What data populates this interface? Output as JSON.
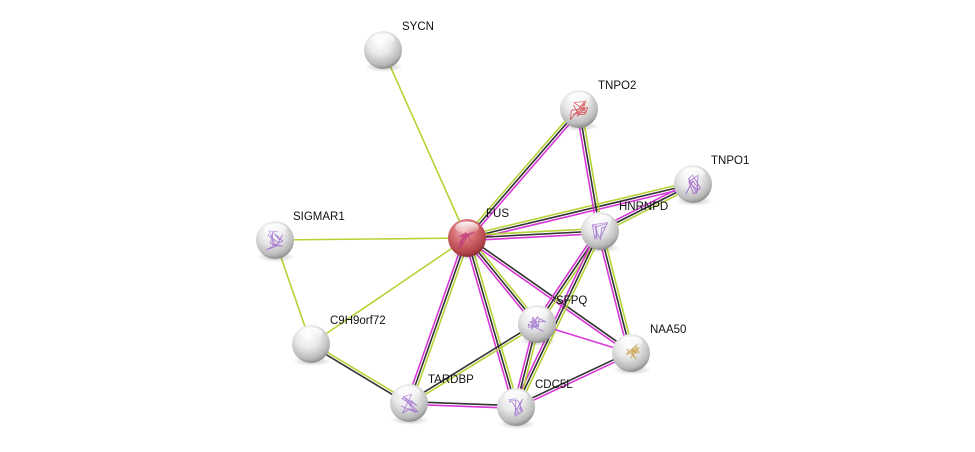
{
  "diagram": {
    "type": "protein-interaction-network",
    "edge_colors": {
      "textmining": "#b5d334",
      "coexpression": "#333333",
      "experiments": "#d838d8"
    },
    "nodes": [
      {
        "id": "FUS",
        "label": "FUS",
        "query": true,
        "color": "#c8545a",
        "structure": "#c13a7a"
      },
      {
        "id": "SYCN",
        "label": "SYCN",
        "query": false,
        "color": "#d8d8d8",
        "structure": null
      },
      {
        "id": "TNPO2",
        "label": "TNPO2",
        "query": false,
        "color": "#e0e0e0",
        "structure": "#d2484f"
      },
      {
        "id": "TNPO1",
        "label": "TNPO1",
        "query": false,
        "color": "#e0e0e0",
        "structure": "#9a5ec8"
      },
      {
        "id": "HNRNPD",
        "label": "HNRNPD",
        "query": false,
        "color": "#e0e0e0",
        "structure": "#a070cf"
      },
      {
        "id": "SIGMAR1",
        "label": "SIGMAR1",
        "query": false,
        "color": "#e0e0e0",
        "structure": "#a070cf"
      },
      {
        "id": "C9H9orf72",
        "label": "C9H9orf72",
        "query": false,
        "color": "#d8d8d8",
        "structure": null
      },
      {
        "id": "SFPQ",
        "label": "SFPQ",
        "query": false,
        "color": "#e0e0e0",
        "structure": "#a070cf"
      },
      {
        "id": "NAA50",
        "label": "NAA50",
        "query": false,
        "color": "#e0e0e0",
        "structure": "#c8a040"
      },
      {
        "id": "TARDBP",
        "label": "TARDBP",
        "query": false,
        "color": "#e0e0e0",
        "structure": "#a070cf"
      },
      {
        "id": "CDC5L",
        "label": "CDC5L",
        "query": false,
        "color": "#e0e0e0",
        "structure": "#a070cf"
      }
    ],
    "edges": [
      {
        "source": "FUS",
        "target": "SYCN",
        "evidence": [
          "textmining"
        ]
      },
      {
        "source": "FUS",
        "target": "SIGMAR1",
        "evidence": [
          "textmining"
        ]
      },
      {
        "source": "FUS",
        "target": "C9H9orf72",
        "evidence": [
          "textmining"
        ]
      },
      {
        "source": "SIGMAR1",
        "target": "C9H9orf72",
        "evidence": [
          "textmining"
        ]
      },
      {
        "source": "FUS",
        "target": "TNPO2",
        "evidence": [
          "textmining",
          "coexpression",
          "experiments"
        ]
      },
      {
        "source": "FUS",
        "target": "TNPO1",
        "evidence": [
          "textmining",
          "coexpression",
          "experiments"
        ]
      },
      {
        "source": "FUS",
        "target": "HNRNPD",
        "evidence": [
          "textmining",
          "coexpression",
          "experiments"
        ]
      },
      {
        "source": "FUS",
        "target": "SFPQ",
        "evidence": [
          "textmining",
          "coexpression",
          "experiments"
        ]
      },
      {
        "source": "FUS",
        "target": "NAA50",
        "evidence": [
          "coexpression",
          "experiments"
        ]
      },
      {
        "source": "FUS",
        "target": "TARDBP",
        "evidence": [
          "textmining",
          "coexpression",
          "experiments"
        ]
      },
      {
        "source": "FUS",
        "target": "CDC5L",
        "evidence": [
          "textmining",
          "coexpression",
          "experiments"
        ]
      },
      {
        "source": "TNPO2",
        "target": "HNRNPD",
        "evidence": [
          "textmining",
          "coexpression",
          "experiments"
        ]
      },
      {
        "source": "TNPO1",
        "target": "HNRNPD",
        "evidence": [
          "textmining",
          "coexpression",
          "experiments"
        ]
      },
      {
        "source": "HNRNPD",
        "target": "SFPQ",
        "evidence": [
          "textmining",
          "coexpression",
          "experiments"
        ]
      },
      {
        "source": "HNRNPD",
        "target": "CDC5L",
        "evidence": [
          "textmining",
          "coexpression",
          "experiments"
        ]
      },
      {
        "source": "HNRNPD",
        "target": "NAA50",
        "evidence": [
          "textmining",
          "coexpression",
          "experiments"
        ]
      },
      {
        "source": "SFPQ",
        "target": "CDC5L",
        "evidence": [
          "textmining",
          "coexpression",
          "experiments"
        ]
      },
      {
        "source": "SFPQ",
        "target": "TARDBP",
        "evidence": [
          "textmining",
          "coexpression"
        ]
      },
      {
        "source": "SFPQ",
        "target": "NAA50",
        "evidence": [
          "experiments"
        ]
      },
      {
        "source": "TARDBP",
        "target": "CDC5L",
        "evidence": [
          "coexpression",
          "experiments"
        ]
      },
      {
        "source": "CDC5L",
        "target": "NAA50",
        "evidence": [
          "coexpression",
          "experiments"
        ]
      },
      {
        "source": "C9H9orf72",
        "target": "TARDBP",
        "evidence": [
          "textmining",
          "coexpression"
        ]
      }
    ]
  }
}
